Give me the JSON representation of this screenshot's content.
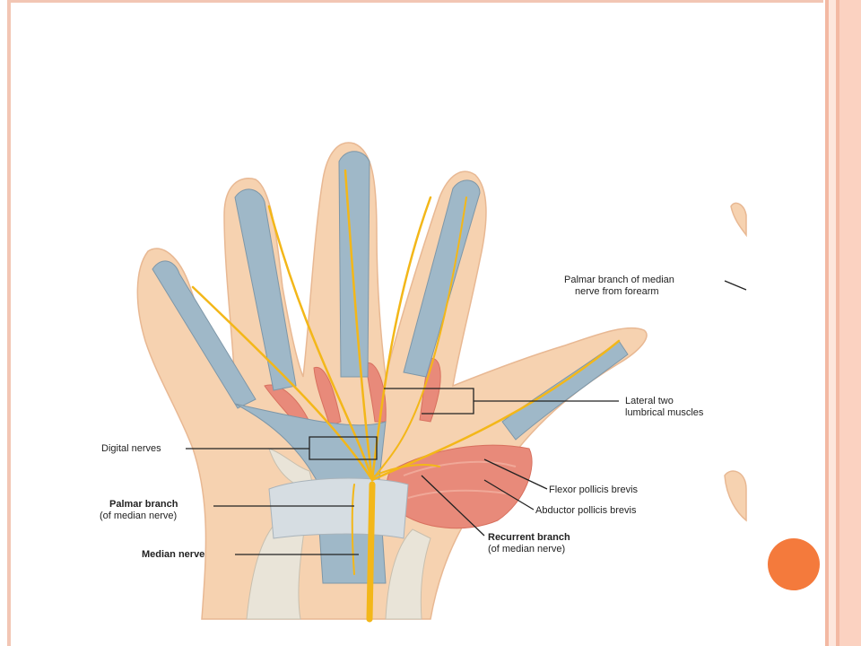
{
  "labels": {
    "palmar_branch_forearm_1": "Palmar branch of median",
    "palmar_branch_forearm_2": "nerve from forearm",
    "lateral_two_1": "Lateral two",
    "lateral_two_2": "lumbrical muscles",
    "digital_nerves": "Digital nerves",
    "palmar_branch": "Palmar branch",
    "palmar_branch_sub": "(of median nerve)",
    "flexor_pollicis_brevis": "Flexor pollicis brevis",
    "abductor_pollicis_brevis": "Abductor pollicis brevis",
    "median_nerve": "Median nerve",
    "recurrent_branch": "Recurrent branch",
    "recurrent_branch_sub": "(of median nerve)"
  },
  "colors": {
    "skin": "#f6d2b0",
    "tendon": "#9fb8c8",
    "nerve": "#f3b719",
    "muscle": "#e88a7a",
    "bone": "#e9e4d8",
    "accent": "#f47a3c"
  }
}
